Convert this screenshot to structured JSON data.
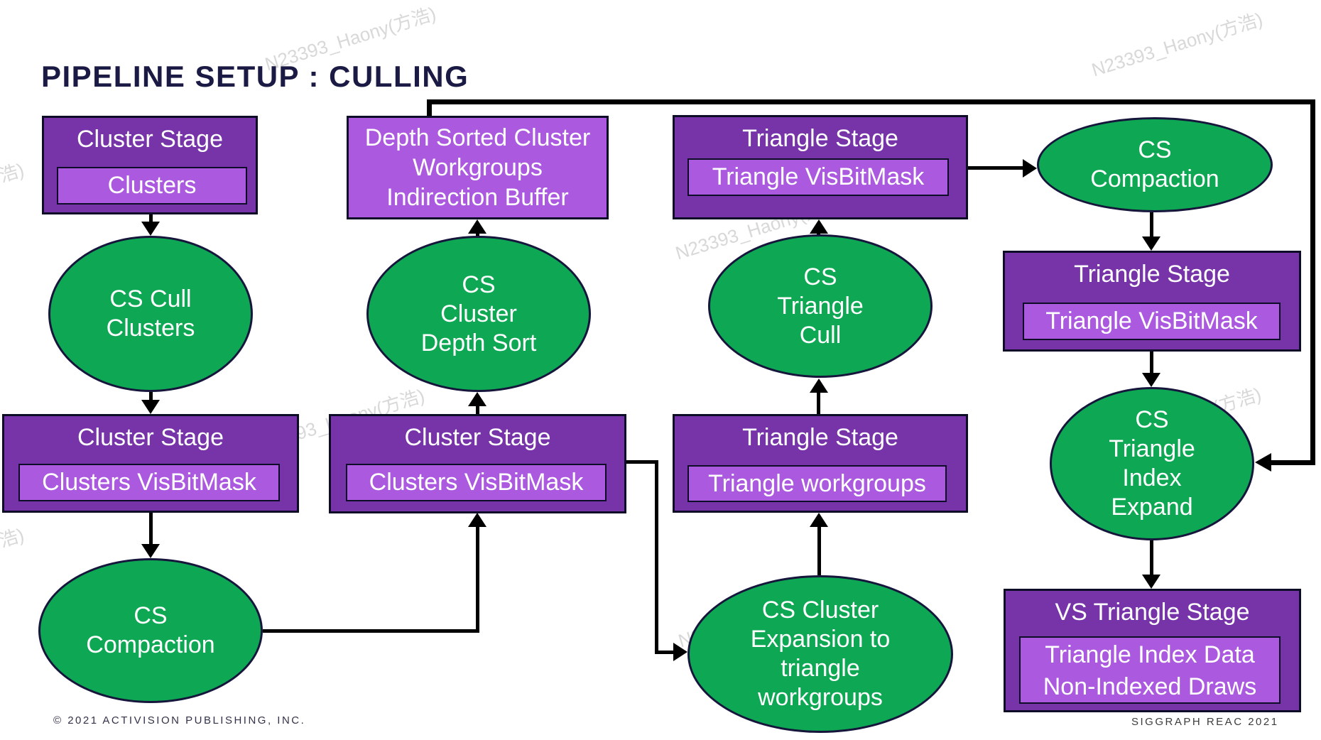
{
  "title": "PIPELINE SETUP : CULLING",
  "watermark_text": "N23393_Haony(方浩)",
  "footer": {
    "copyright": "© 2021 ACTIVISION PUBLISHING, INC.",
    "event": "SIGGRAPH REAC 2021"
  },
  "colors": {
    "stage_box_purple": "#7634a8",
    "buffer_chip_purple": "#ab5adf",
    "shader_ellipse_green": "#0ea854",
    "title_navy": "#1b1a45",
    "connector_black": "#000000"
  },
  "nodes": {
    "cluster_stage_top": {
      "title": "Cluster Stage",
      "chip": "Clusters"
    },
    "cs_cull_clusters": {
      "label": "CS Cull\nClusters"
    },
    "cluster_stage_visbitmask_left": {
      "title": "Cluster Stage",
      "chip": "Clusters VisBitMask"
    },
    "cs_compaction_left": {
      "label": "CS\nCompaction"
    },
    "depth_sorted_buffer": {
      "label": "Depth Sorted Cluster\nWorkgroups\nIndirection Buffer"
    },
    "cs_cluster_depth_sort": {
      "label": "CS\nCluster\nDepth Sort"
    },
    "cluster_stage_visbitmask_mid": {
      "title": "Cluster Stage",
      "chip": "Clusters VisBitMask"
    },
    "triangle_stage_visbitmask_top": {
      "title": "Triangle Stage",
      "chip": "Triangle VisBitMask"
    },
    "cs_triangle_cull": {
      "label": "CS\nTriangle\nCull"
    },
    "triangle_stage_workgroups": {
      "title": "Triangle Stage",
      "chip": "Triangle workgroups"
    },
    "cs_cluster_expansion": {
      "label": "CS Cluster\nExpansion to\ntriangle\nworkgroups"
    },
    "cs_compaction_right": {
      "label": "CS\nCompaction"
    },
    "triangle_stage_visbitmask_right": {
      "title": "Triangle Stage",
      "chip": "Triangle VisBitMask"
    },
    "cs_triangle_index_expand": {
      "label": "CS\nTriangle\nIndex\nExpand"
    },
    "vs_triangle_stage": {
      "title": "VS Triangle Stage",
      "chip": "Triangle Index Data\nNon-Indexed Draws"
    }
  }
}
